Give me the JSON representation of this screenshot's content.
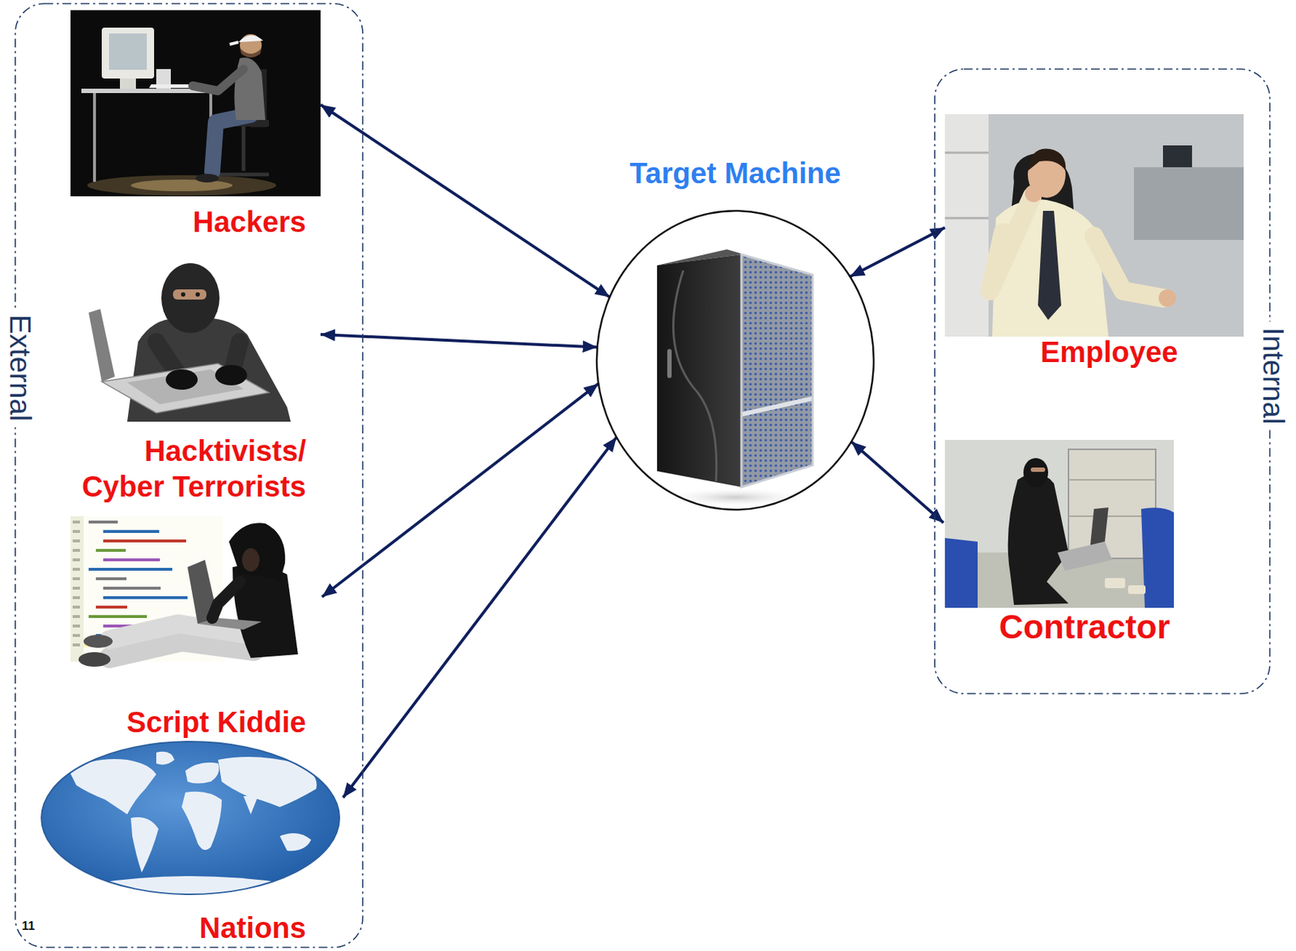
{
  "diagram": {
    "nodes": [
      {
        "text": [
          "External"
        ]
      },
      {
        "text": [
          "Hackers"
        ],
        "in": 0
      },
      {
        "text": [
          "Hacktivists/ Cyber Terrorists"
        ],
        "in": 0
      },
      {
        "text": [
          "Script Kiddie"
        ],
        "in": 0
      },
      {
        "text": [
          "Nations"
        ],
        "in": 0
      },
      {
        "text": [
          "Target Machine"
        ]
      },
      {
        "text": [
          "Internal"
        ]
      },
      {
        "text": [
          "Employee"
        ],
        "in": 6
      },
      {
        "text": [
          "Contractor"
        ],
        "in": 6
      }
    ],
    "edges": [
      {
        "from": 1,
        "to": 5,
        "arrow": "both"
      },
      {
        "from": 2,
        "to": 5,
        "arrow": "both"
      },
      {
        "from": 3,
        "to": 5,
        "arrow": "both"
      },
      {
        "from": 4,
        "to": 5,
        "arrow": "both"
      },
      {
        "from": 7,
        "to": 5,
        "arrow": "both"
      },
      {
        "from": 8,
        "to": 5,
        "arrow": "both"
      }
    ],
    "labels": [
      "11"
    ]
  }
}
